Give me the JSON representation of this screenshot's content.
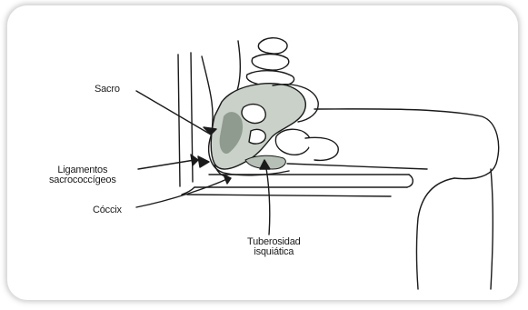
{
  "labels": {
    "sacro": "Sacro",
    "ligamentos_line1": "Ligamentos",
    "ligamentos_line2": "sacrococcígeos",
    "coccix": "Cóccix",
    "tuberosidad_line1": "Tuberosidad",
    "tuberosidad_line2": "isquiática"
  },
  "colors": {
    "line": "#1a1a1a",
    "shading": "#8f9b8f",
    "card_shadow": "#d8d8d8"
  }
}
